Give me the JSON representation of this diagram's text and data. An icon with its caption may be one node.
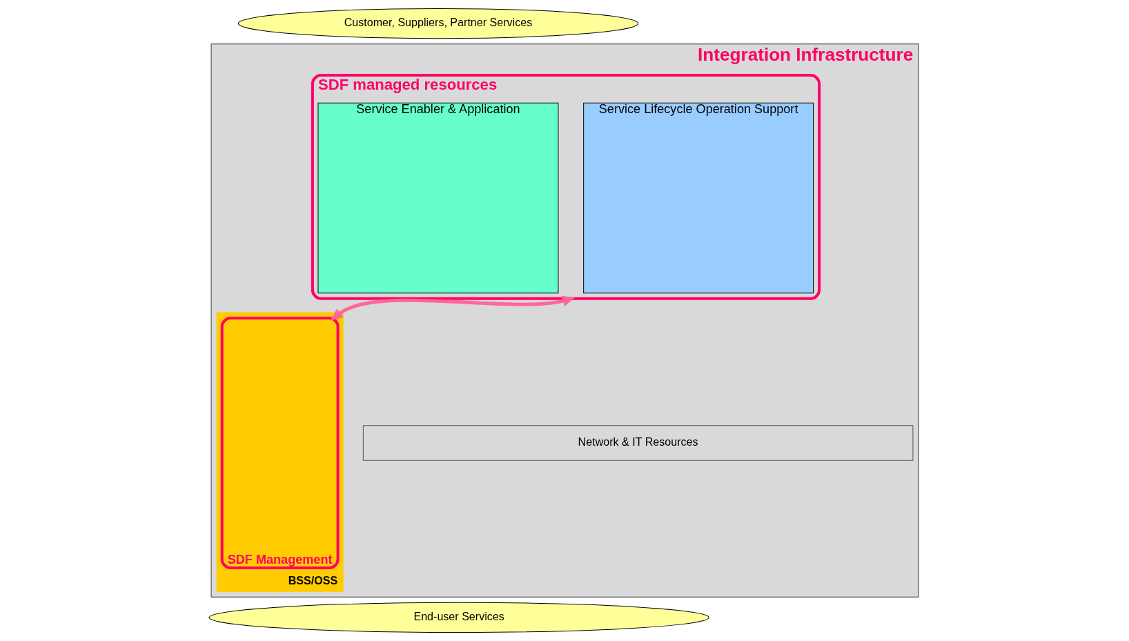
{
  "diagram": {
    "nodes": [
      {
        "text": [
          "Customer, Suppliers, Partner Services"
        ]
      },
      {
        "text": [
          "Integration Infrastructure"
        ]
      },
      {
        "text": [
          "BSS/OSS"
        ],
        "in": 1
      },
      {
        "text": [
          "SDF Management"
        ],
        "in": 2
      },
      {
        "text": [
          "SDF managed resources"
        ],
        "in": 1
      },
      {
        "text": [
          "Service Lifecycle Operation Support"
        ],
        "in": 4
      },
      {
        "text": [
          "Service Enabler & Application"
        ],
        "in": 4
      },
      {
        "text": [
          "Network & IT Resources"
        ],
        "in": 1
      },
      {
        "text": [
          "End-user Services"
        ]
      }
    ],
    "edges": [
      {
        "from": 3,
        "to": 4,
        "arrow": "both",
        "color": "#ff6699"
      }
    ]
  }
}
